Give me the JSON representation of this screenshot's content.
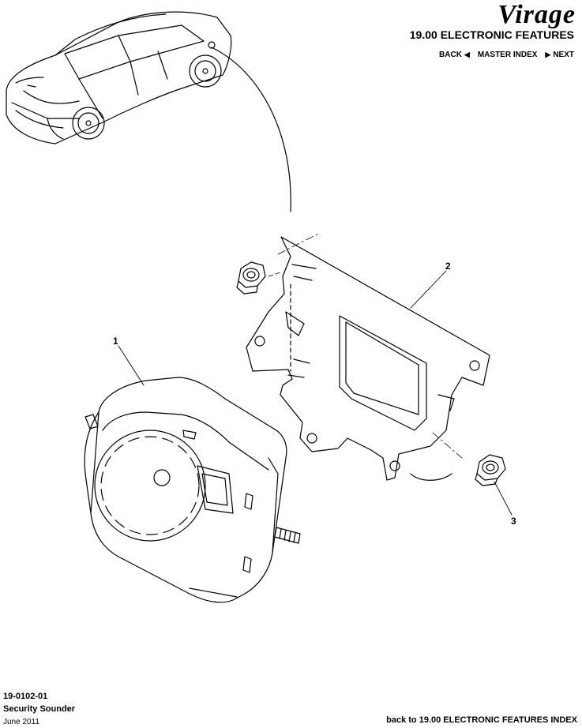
{
  "header": {
    "logo_text": "Virage",
    "section_title": "19.00 ELECTRONIC FEATURES",
    "nav": {
      "back_label": "BACK",
      "master_index_label": "MASTER INDEX",
      "next_label": "NEXT"
    }
  },
  "diagram": {
    "callouts": [
      "1",
      "2",
      "3"
    ]
  },
  "footer": {
    "part_code": "19-0102-01",
    "part_name": "Security Sounder",
    "date": "June 2011",
    "back_link": "back to 19.00 ELECTRONIC FEATURES INDEX"
  }
}
